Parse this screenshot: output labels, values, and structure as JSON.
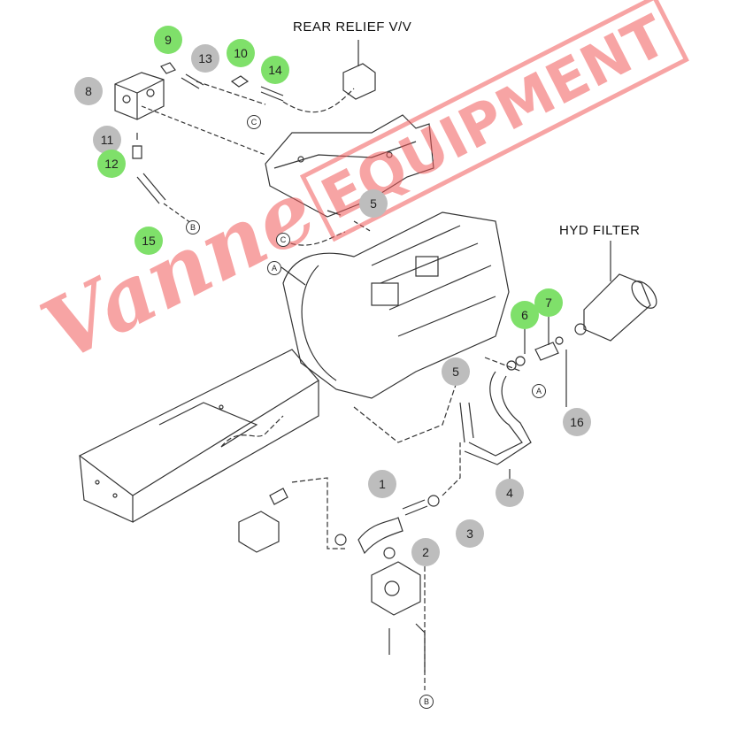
{
  "labels": {
    "rear_relief": "REAR RELIEF V/V",
    "hyd_filter": "HYD FILTER"
  },
  "callouts": {
    "c9": "9",
    "c13": "13",
    "c10": "10",
    "c14": "14",
    "c8": "8",
    "c11": "11",
    "c12": "12",
    "c15": "15",
    "c5a": "5",
    "c7": "7",
    "c6": "6",
    "c5b": "5",
    "c16": "16",
    "c4": "4",
    "c1": "1",
    "c2": "2",
    "c3": "3"
  },
  "refs": {
    "r_c1": "C",
    "r_b1": "B",
    "r_c2": "C",
    "r_a1": "A",
    "r_a2": "A",
    "r_b2": "B"
  },
  "watermark": {
    "script": "Vanne",
    "block": "EQUIPMENT"
  },
  "colors": {
    "highlight": "#7fe06a",
    "callout": "#bdbdbd",
    "watermark": "#f05a5a"
  }
}
